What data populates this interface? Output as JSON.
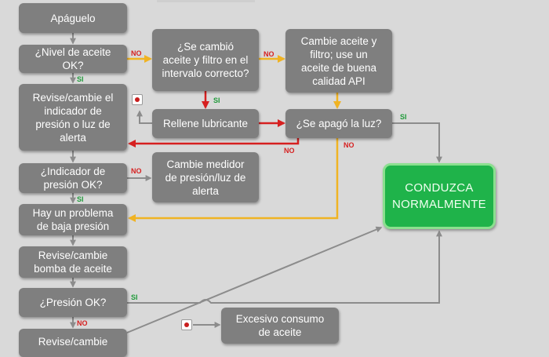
{
  "nodes": [
    {
      "id": "apaguelo",
      "text": "Apáguelo",
      "color": "gray"
    },
    {
      "id": "nivel-aceite",
      "text": "¿Nivel de aceite\nOK?",
      "color": "gray"
    },
    {
      "id": "se-cambio",
      "text": "¿Se cambió\naceite y filtro en el\nintervalo correcto?",
      "color": "gray"
    },
    {
      "id": "cambie-aceite",
      "text": "Cambie aceite y\nfiltro; use un\naceite de buena\ncalidad API",
      "color": "gray"
    },
    {
      "id": "revise-indicador",
      "text": "Revise/cambie el\nindicador de\npresión o luz de\nalerta",
      "color": "gray"
    },
    {
      "id": "rellene",
      "text": "Rellene lubricante",
      "color": "gray"
    },
    {
      "id": "se-apago",
      "text": "¿Se apagó la luz?",
      "color": "gray"
    },
    {
      "id": "indicador-ok",
      "text": "¿Indicador de\npresión  OK?",
      "color": "gray"
    },
    {
      "id": "cambie-medidor",
      "text": "Cambie medidor\nde presión/luz de\nalerta",
      "color": "gray"
    },
    {
      "id": "conduzca",
      "text": "CONDUZCA\nNORMALMENTE",
      "color": "green"
    },
    {
      "id": "baja-presion",
      "text": "Hay un problema\nde baja presión",
      "color": "gray"
    },
    {
      "id": "revise-bomba",
      "text": "Revise/cambie\nbomba de aceite",
      "color": "gray"
    },
    {
      "id": "presion-ok",
      "text": "¿Presión OK?",
      "color": "gray"
    },
    {
      "id": "excesivo",
      "text": "Excesivo consumo\nde aceite",
      "color": "gray"
    },
    {
      "id": "revise-bottom",
      "text": "Revise/cambie",
      "color": "gray"
    }
  ],
  "labels": [
    {
      "id": "no-1",
      "text": "NO",
      "type": "no"
    },
    {
      "id": "si-1",
      "text": "SI",
      "type": "si"
    },
    {
      "id": "no-2",
      "text": "NO",
      "type": "no"
    },
    {
      "id": "si-2",
      "text": "SI",
      "type": "si"
    },
    {
      "id": "si-3",
      "text": "SI",
      "type": "si"
    },
    {
      "id": "no-3",
      "text": "NO",
      "type": "no"
    },
    {
      "id": "no-4",
      "text": "NO",
      "type": "no"
    },
    {
      "id": "no-5",
      "text": "NO",
      "type": "no"
    },
    {
      "id": "si-4",
      "text": "SI",
      "type": "si"
    },
    {
      "id": "si-5",
      "text": "SI",
      "type": "si"
    },
    {
      "id": "no-6",
      "text": "NO",
      "type": "no"
    }
  ],
  "markers": [
    {
      "id": "marker-rellene"
    },
    {
      "id": "marker-excesivo"
    }
  ],
  "colors": {
    "box": "#7f7f7f",
    "green": "#1fb34a",
    "yes_path": "#f0b323",
    "alert_path": "#d62020",
    "gray_path": "#8c8c8c",
    "background": "#d9d9d9"
  }
}
